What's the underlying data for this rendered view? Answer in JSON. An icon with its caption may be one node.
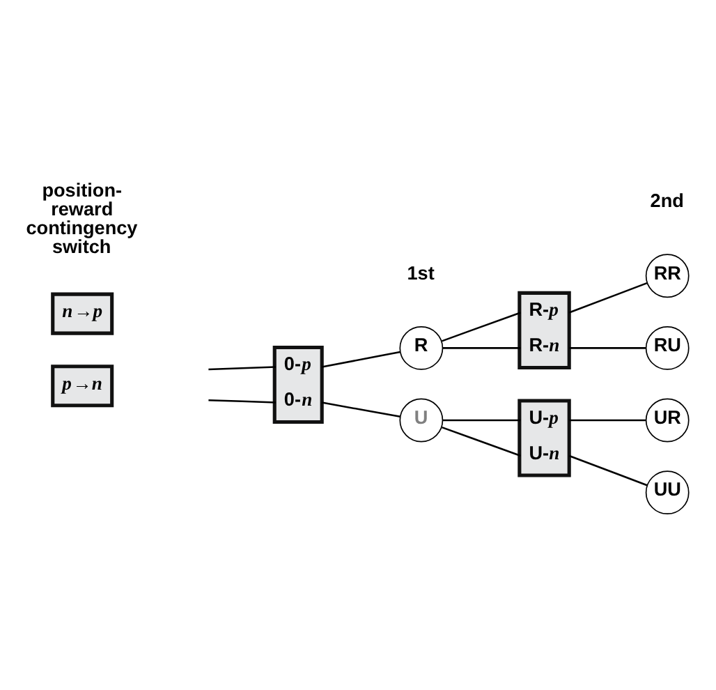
{
  "diagram": {
    "nodes": [
      {
        "text": [
          "*n*→*p*"
        ]
      },
      {
        "text": [
          "*p*→*n*"
        ]
      },
      {
        "text": [
          "0-*p*",
          "0-*n*"
        ]
      },
      {
        "text": [
          "R"
        ]
      },
      {
        "text": [
          "R-*p*",
          "R-*n*"
        ]
      },
      {
        "text": [
          "RR"
        ]
      },
      {
        "text": [
          "RU"
        ]
      },
      {
        "text": [
          "U"
        ]
      },
      {
        "text": [
          "U-*p*",
          "U-*n*"
        ]
      },
      {
        "text": [
          "UR"
        ]
      },
      {
        "text": [
          "UU"
        ]
      }
    ],
    "edges": [
      {
        "from": null,
        "to": 2,
        "arrow": "none"
      },
      {
        "from": null,
        "to": 2,
        "arrow": "none"
      },
      {
        "from": 2,
        "to": 3,
        "arrow": "none"
      },
      {
        "from": 2,
        "to": 7,
        "arrow": "none"
      },
      {
        "from": 3,
        "to": 4,
        "arrow": "none"
      },
      {
        "from": 3,
        "to": 4,
        "arrow": "none"
      },
      {
        "from": 4,
        "to": 5,
        "arrow": "none"
      },
      {
        "from": 4,
        "to": 6,
        "arrow": "none"
      },
      {
        "from": 7,
        "to": 8,
        "arrow": "none"
      },
      {
        "from": 7,
        "to": 8,
        "arrow": "none"
      },
      {
        "from": 8,
        "to": 9,
        "arrow": "none"
      },
      {
        "from": 8,
        "to": 10,
        "arrow": "none"
      }
    ],
    "labels": [
      "1st",
      "2nd",
      "position-reward contingency switch"
    ]
  }
}
